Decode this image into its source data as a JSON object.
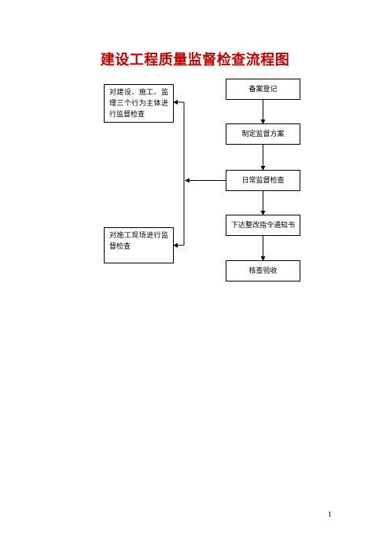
{
  "title": "建设工程质量监督检查流程图",
  "flow": {
    "step1": "备案登记",
    "step2": "制定监督方案",
    "step3": "日常监督检查",
    "step4": "下达整改指令通知书",
    "step5": "核查验收"
  },
  "side": {
    "top": "对建设、施工、监理三个行为主体进行监督检查",
    "bottom": "对施工现场进行监督检查"
  },
  "page_number": "1"
}
